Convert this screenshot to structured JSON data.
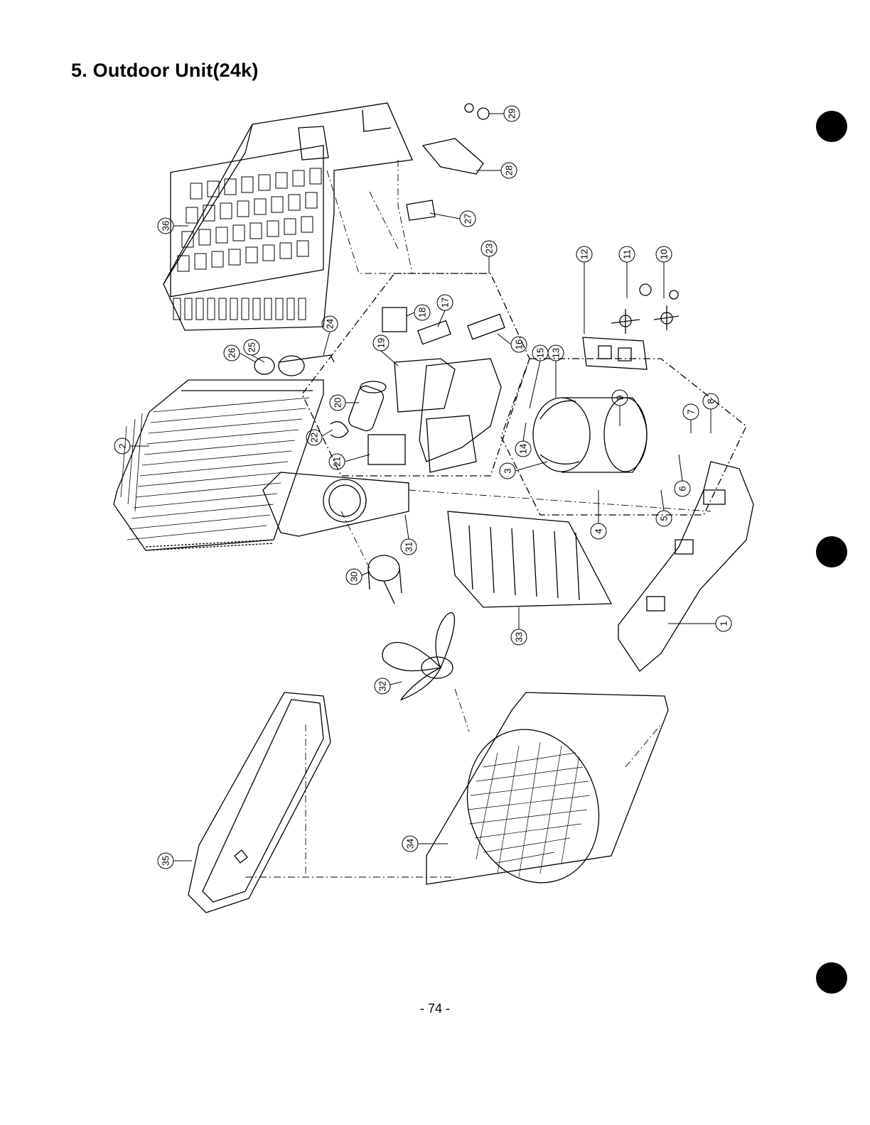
{
  "page": {
    "title": "5. Outdoor Unit(24k)",
    "page_number": "- 74 -"
  },
  "callouts": [
    "1",
    "2",
    "3",
    "4",
    "5",
    "6",
    "7",
    "8",
    "9",
    "10",
    "11",
    "12",
    "13",
    "14",
    "15",
    "16",
    "17",
    "18",
    "19",
    "20",
    "21",
    "22",
    "23",
    "24",
    "25",
    "26",
    "27",
    "28",
    "29",
    "30",
    "31",
    "32",
    "33",
    "34",
    "35",
    "36"
  ]
}
